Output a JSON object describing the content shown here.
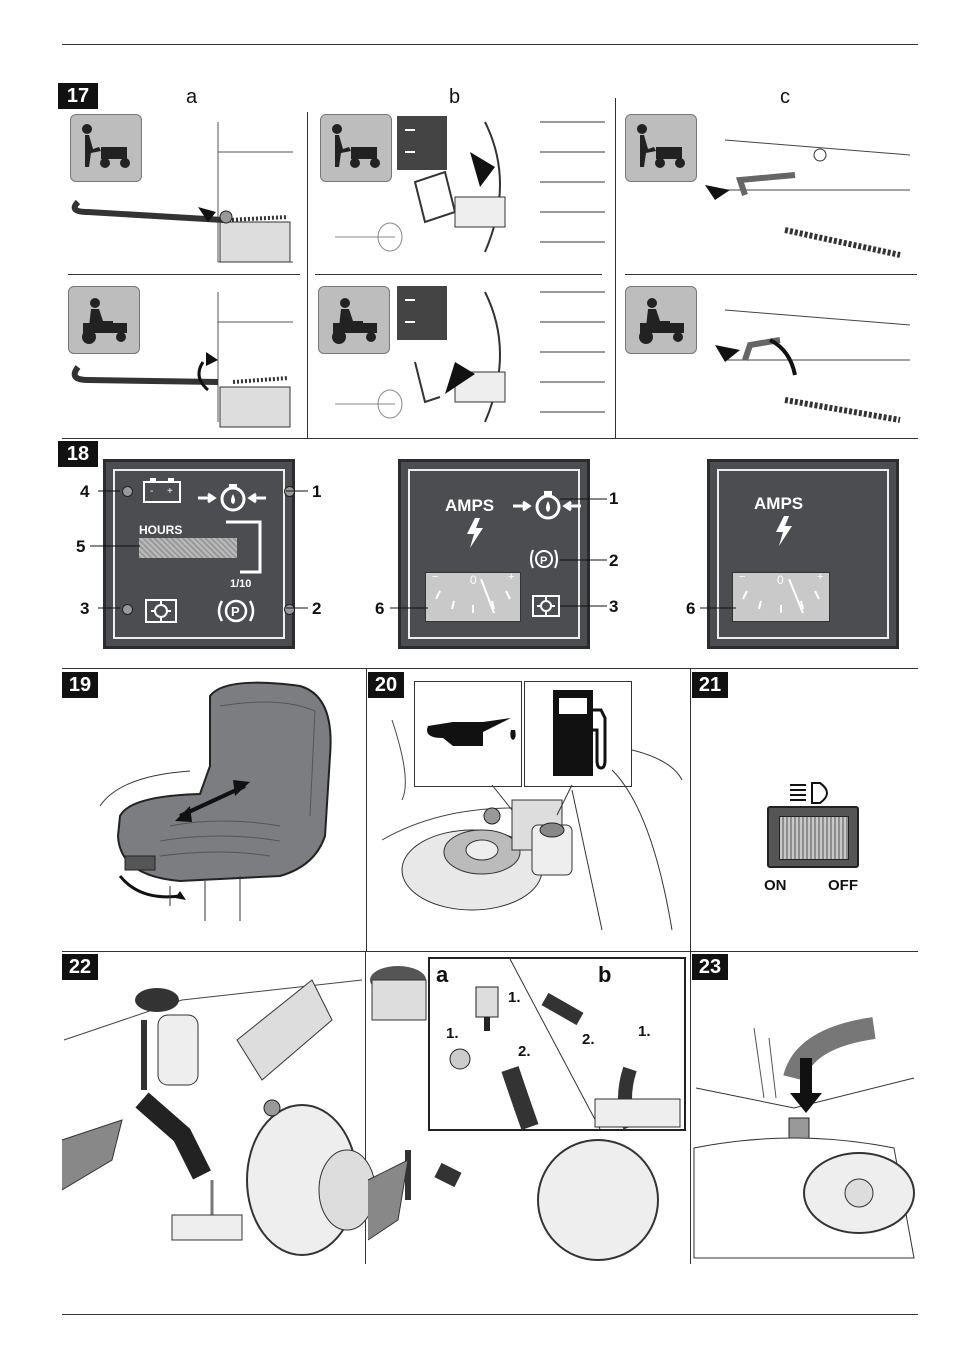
{
  "figures": {
    "f17": {
      "number": "17",
      "columns": [
        "a",
        "b",
        "c"
      ]
    },
    "f18": {
      "number": "18",
      "panel1": {
        "hours_label": "HOURS",
        "fraction_label": "1/10",
        "callouts": [
          "1",
          "2",
          "3",
          "4",
          "5"
        ]
      },
      "panel2": {
        "amps_label": "AMPS",
        "callouts": [
          "1",
          "2",
          "3",
          "6"
        ],
        "gauge_minus": "−",
        "gauge_zero": "0",
        "gauge_plus": "+"
      },
      "panel3": {
        "amps_label": "AMPS",
        "callouts": [
          "6"
        ],
        "gauge_minus": "−",
        "gauge_zero": "0",
        "gauge_plus": "+"
      }
    },
    "f19": {
      "number": "19"
    },
    "f20": {
      "number": "20"
    },
    "f21": {
      "number": "21",
      "on_label": "ON",
      "off_label": "OFF"
    },
    "f22": {
      "number": "22",
      "sub_a": "a",
      "sub_b": "b",
      "steps_a": [
        "1.",
        "1.",
        "2."
      ],
      "steps_b": [
        "2.",
        "1."
      ]
    },
    "f23": {
      "number": "23"
    }
  },
  "icons": [
    "walking-mower-icon",
    "riding-mower-icon",
    "battery-icon",
    "oil-pressure-icon",
    "parking-brake-icon",
    "fuel-pump-icon",
    "oil-can-icon",
    "headlight-icon",
    "lightning-icon"
  ],
  "colors": {
    "panel_bg": "#4b4d50",
    "badge_bg": "#111111",
    "icon_tile": "#bdbdbd"
  }
}
